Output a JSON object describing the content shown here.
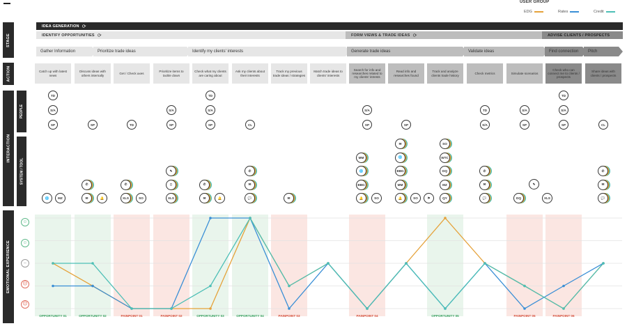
{
  "legend": {
    "title": "USER GROUP",
    "items": [
      {
        "name": "EDG",
        "color": "#e5a23a"
      },
      {
        "name": "Rates",
        "color": "#3a8fd6"
      },
      {
        "name": "Credit",
        "color": "#4dbfb6"
      }
    ]
  },
  "sections": {
    "stage": "STAGE",
    "action": "ACTION",
    "interaction": "INTERACTION",
    "people": "PEOPLE",
    "system_tool": "SYSTEM / TOOL",
    "emotional": "EMOTIONAL EXPERIENCE"
  },
  "stage_bars": {
    "idea_generation": "IDEA GENERATION",
    "identify_opportunities": "IDENTIFY OPPORTUNITIES",
    "form_views": "FORM VIEWS & TRADE IDEAS",
    "advise_clients": "ADVISE CLIENTS / PROSPECTS"
  },
  "steps": [
    "Gather Information",
    "Prioritize trade ideas",
    "Identify my clients' interests",
    "Generate trade ideas",
    "Validate ideas",
    "Find connection",
    "Pitch"
  ],
  "actions": [
    "Catch up with latest news",
    "Discuss ideas with others internally",
    "Get / Check axes",
    "Prioritize items to tackle down",
    "Check what my clients are caring about",
    "Ask my clients about their interests",
    "Track my previous trade ideas / strategies",
    "Match trade ideas to clients' interests",
    "Search for info and researches related to my clients' intrests",
    "Read info and researches found",
    "Track and analyze clients trade history",
    "Check metrics",
    "Simulate scenarios",
    "Check who can connect me to clients / prospects",
    "Share ideas with clients / prospects"
  ],
  "people": [
    [
      "TD",
      "S/A",
      "SP"
    ],
    [
      "SP"
    ],
    [
      "TD"
    ],
    [
      "S/A",
      "SP"
    ],
    [
      "TD",
      "S/A",
      "SP"
    ],
    [
      "CL"
    ],
    [],
    [],
    [
      "S/A",
      "SP"
    ],
    [
      "SP"
    ],
    [],
    [
      "TD",
      "S/A"
    ],
    [
      "S/A",
      "SP"
    ],
    [
      "TD",
      "S/A",
      "SP"
    ],
    [
      "CL"
    ]
  ],
  "tools": [
    {
      "stack": [],
      "extra": [
        "globe",
        "MZ"
      ]
    },
    {
      "stack": [
        "phone",
        "mail"
      ],
      "extra": [
        "bell"
      ]
    },
    {
      "stack": [
        "phone",
        "XLS"
      ],
      "extra": [
        "SO"
      ]
    },
    {
      "stack": [
        "pen",
        "tablet",
        "XLS"
      ],
      "extra": []
    },
    {
      "stack": [
        "phone",
        "mail"
      ],
      "extra": [
        "bell"
      ]
    },
    {
      "stack": [
        "phone",
        "mail",
        "chat"
      ],
      "extra": []
    },
    {
      "stack": [
        "mail"
      ],
      "extra": []
    },
    {
      "stack": [],
      "extra": []
    },
    {
      "stack": [
        "MM",
        "globe",
        "BBG",
        "bell"
      ],
      "extra": [
        "SO"
      ]
    },
    {
      "stack": [
        "mail",
        "globe",
        "BBG",
        "MM",
        "bell"
      ],
      "extra": [
        "SO",
        "pin"
      ]
    },
    {
      "stack": [
        "SO",
        "WTC",
        "DQ",
        "MZ",
        "QY"
      ],
      "extra": []
    },
    {
      "stack": [
        "phone",
        "mail",
        "chat"
      ],
      "extra": []
    },
    {
      "stack": [
        "DQ"
      ],
      "extra": [
        "pen",
        "XLS"
      ]
    },
    {
      "stack": [],
      "extra": []
    },
    {
      "stack": [
        "phone",
        "mail",
        "chat"
      ],
      "extra": []
    }
  ],
  "emotions": [
    "very-happy",
    "happy",
    "neutral",
    "sad",
    "very-sad"
  ],
  "opportunities": [
    {
      "label": "OPPORTUNITY 01",
      "type": "opp"
    },
    {
      "label": "OPPORTUNITY 02",
      "type": "opp"
    },
    {
      "label": "PAINPOINT 01",
      "type": "pain"
    },
    {
      "label": "PAINPOINT 02",
      "type": "pain"
    },
    {
      "label": "OPPORTUNITY 03",
      "type": "opp"
    },
    {
      "label": "OPPORTUNITY 04",
      "type": "opp"
    },
    {
      "label": "PAINPOINT 03",
      "type": "pain"
    },
    {
      "label": "PAINPOINT 04",
      "type": "pain"
    },
    {
      "label": "OPPORTUNITY 05",
      "type": "opp"
    },
    {
      "label": "PAINPOINT 05",
      "type": "pain"
    },
    {
      "label": "PAINPOINT 06",
      "type": "pain"
    }
  ],
  "chart_data": {
    "type": "line",
    "x": [
      1,
      2,
      3,
      4,
      5,
      6,
      7,
      8,
      9,
      10,
      11,
      12,
      13,
      14,
      15
    ],
    "y_levels": [
      "very-sad",
      "sad",
      "neutral",
      "happy",
      "very-happy"
    ],
    "series": [
      {
        "name": "EDG",
        "color": "#e5a23a",
        "values": [
          3,
          2,
          1,
          1,
          1,
          5,
          2,
          3,
          1,
          3,
          5,
          3,
          2,
          1,
          3
        ]
      },
      {
        "name": "Rates",
        "color": "#3a8fd6",
        "values": [
          2,
          2,
          1,
          1,
          5,
          5,
          1,
          3,
          1,
          3,
          1,
          3,
          1,
          2,
          3
        ]
      },
      {
        "name": "Credit",
        "color": "#4dbfb6",
        "values": [
          3,
          3,
          1,
          1,
          2,
          5,
          2,
          3,
          1,
          3,
          1,
          3,
          2,
          1,
          3
        ]
      }
    ]
  }
}
